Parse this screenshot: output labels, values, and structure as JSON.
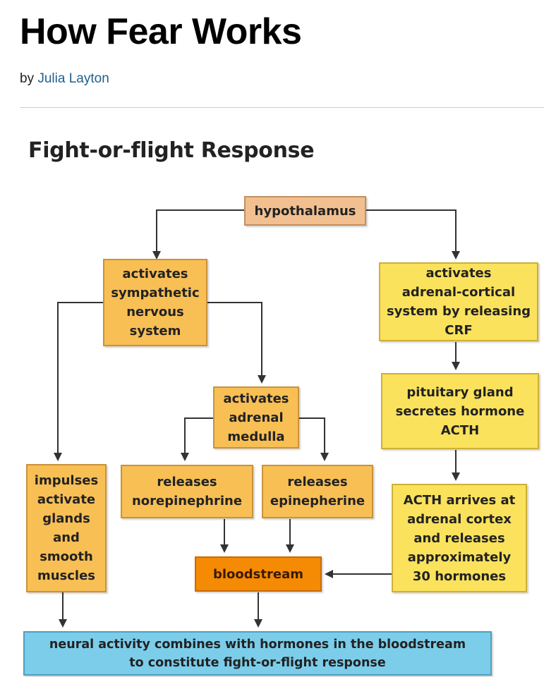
{
  "article": {
    "title": "How Fear Works",
    "byline_prefix": "by",
    "author": "Julia Layton"
  },
  "diagram": {
    "title": "Fight-or-flight Response",
    "colors": {
      "peach": "#f2c090",
      "amber": "#f8bf55",
      "yellow": "#fae25c",
      "orange": "#f58a04",
      "blue": "#7ccdea",
      "connector": "#333333"
    },
    "nodes": {
      "hypothalamus": "hypothalamus",
      "sympathetic": "activates\nsympathetic\nnervous\nsystem",
      "adrenal_cortical": "activates\nadrenal-cortical\nsystem by releasing\nCRF",
      "adrenal_medulla": "activates\nadrenal\nmedulla",
      "pituitary": "pituitary gland\nsecretes hormone\nACTH",
      "impulses": "impulses\nactivate\nglands\nand\nsmooth\nmuscles",
      "norepinephrine": "releases\nnorepinephrine",
      "epinepherine": "releases\nepinepherine",
      "acth_arrives": "ACTH arrives at\nadrenal cortex\nand releases\napproximately\n30 hormones",
      "bloodstream": "bloodstream",
      "final": "neural activity combines with hormones in the bloodstream\nto constitute fight-or-flight response"
    },
    "edges": [
      [
        "hypothalamus",
        "sympathetic"
      ],
      [
        "hypothalamus",
        "adrenal_cortical"
      ],
      [
        "sympathetic",
        "impulses"
      ],
      [
        "sympathetic",
        "adrenal_medulla"
      ],
      [
        "adrenal_medulla",
        "norepinephrine"
      ],
      [
        "adrenal_medulla",
        "epinepherine"
      ],
      [
        "adrenal_cortical",
        "pituitary"
      ],
      [
        "pituitary",
        "acth_arrives"
      ],
      [
        "norepinephrine",
        "bloodstream"
      ],
      [
        "epinepherine",
        "bloodstream"
      ],
      [
        "acth_arrives",
        "bloodstream"
      ],
      [
        "impulses",
        "final"
      ],
      [
        "bloodstream",
        "final"
      ]
    ]
  }
}
